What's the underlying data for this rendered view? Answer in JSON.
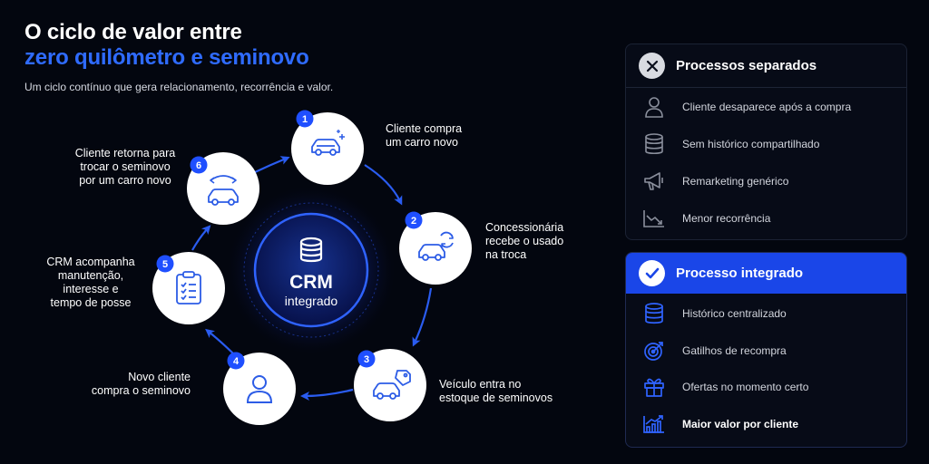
{
  "header": {
    "title_line1": "O ciclo de valor entre",
    "title_line2": "zero quilômetro e seminovo",
    "subtitle": "Um ciclo contínuo que gera relacionamento, recorrência e valor."
  },
  "center": {
    "title": "CRM",
    "subtitle": "integrado",
    "icon": "database-icon"
  },
  "steps": [
    {
      "number": "1",
      "label_lines": [
        "Cliente compra",
        "um carro novo"
      ],
      "icon": "car-sparkle-icon"
    },
    {
      "number": "2",
      "label_lines": [
        "Concessionária",
        "recebe o usado",
        "na troca"
      ],
      "icon": "car-sync-icon"
    },
    {
      "number": "3",
      "label_lines": [
        "Veículo entra no",
        "estoque de seminovos"
      ],
      "icon": "car-tag-icon"
    },
    {
      "number": "4",
      "label_lines": [
        "Novo cliente",
        "compra o seminovo"
      ],
      "icon": "user-icon"
    },
    {
      "number": "5",
      "label_lines": [
        "CRM acompanha",
        "manutenção,",
        "interesse e",
        "tempo de posse"
      ],
      "icon": "clipboard-checklist-icon"
    },
    {
      "number": "6",
      "label_lines": [
        "Cliente retorna para",
        "trocar o seminovo",
        "por um carro novo"
      ],
      "icon": "car-return-icon"
    }
  ],
  "panel_separate": {
    "title": "Processos separados",
    "icon": "close-icon",
    "items": [
      {
        "text": "Cliente desaparece após a compra",
        "icon": "user-icon"
      },
      {
        "text": "Sem histórico compartilhado",
        "icon": "database-icon"
      },
      {
        "text": "Remarketing genérico",
        "icon": "megaphone-icon"
      },
      {
        "text": "Menor recorrência",
        "icon": "chart-down-icon"
      }
    ]
  },
  "panel_integrated": {
    "title": "Processo integrado",
    "icon": "check-icon",
    "items": [
      {
        "text": "Histórico centralizado",
        "icon": "database-icon"
      },
      {
        "text": "Gatilhos de recompra",
        "icon": "target-icon"
      },
      {
        "text": "Ofertas no momento certo",
        "icon": "gift-icon"
      },
      {
        "text": "Maior valor por cliente",
        "icon": "chart-up-icon"
      }
    ]
  },
  "colors": {
    "background": "#03060f",
    "accent_blue": "#2f6bff",
    "panel_header_blue": "#1a46e8",
    "badge_blue": "#1f4fff",
    "icon_blue": "#2c5ce6"
  }
}
